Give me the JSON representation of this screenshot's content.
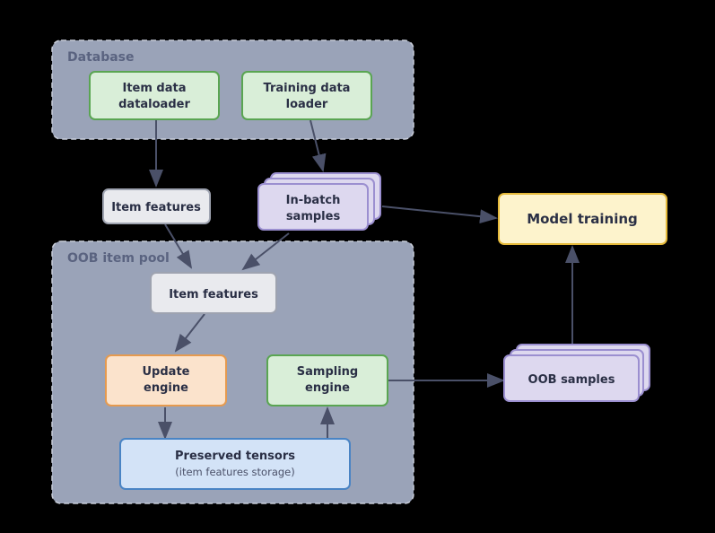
{
  "groups": {
    "database": {
      "label": "Database"
    },
    "oob_pool": {
      "label": "OOB item pool"
    }
  },
  "nodes": {
    "item_dataloader": {
      "line1": "Item data",
      "line2": "dataloader"
    },
    "training_loader": {
      "line1": "Training data",
      "line2": "loader"
    },
    "item_features_top": {
      "label": "Item features"
    },
    "in_batch": {
      "line1": "In-batch",
      "line2": "samples"
    },
    "model_training": {
      "label": "Model training"
    },
    "item_features_pool": {
      "label": "Item features"
    },
    "update_engine": {
      "line1": "Update",
      "line2": "engine"
    },
    "sampling_engine": {
      "line1": "Sampling",
      "line2": "engine"
    },
    "preserved": {
      "title": "Preserved tensors",
      "subtitle": "(item features storage)"
    },
    "oob_samples": {
      "label": "OOB samples"
    }
  },
  "colors": {
    "group_fill": "#9aa3b8",
    "green_fill": "#d9eed8",
    "green_stroke": "#5aa552",
    "gray_fill": "#e9eaee",
    "gray_stroke": "#9ea3b0",
    "purple_fill": "#ddd8ef",
    "purple_stroke": "#9b8fd0",
    "yellow_fill": "#fdf3cc",
    "yellow_stroke": "#e5b93a",
    "orange_fill": "#fbe3cc",
    "orange_stroke": "#e59a4f",
    "blue_fill": "#d3e3f7",
    "blue_stroke": "#4a84c4",
    "arrow": "#4a5068"
  }
}
